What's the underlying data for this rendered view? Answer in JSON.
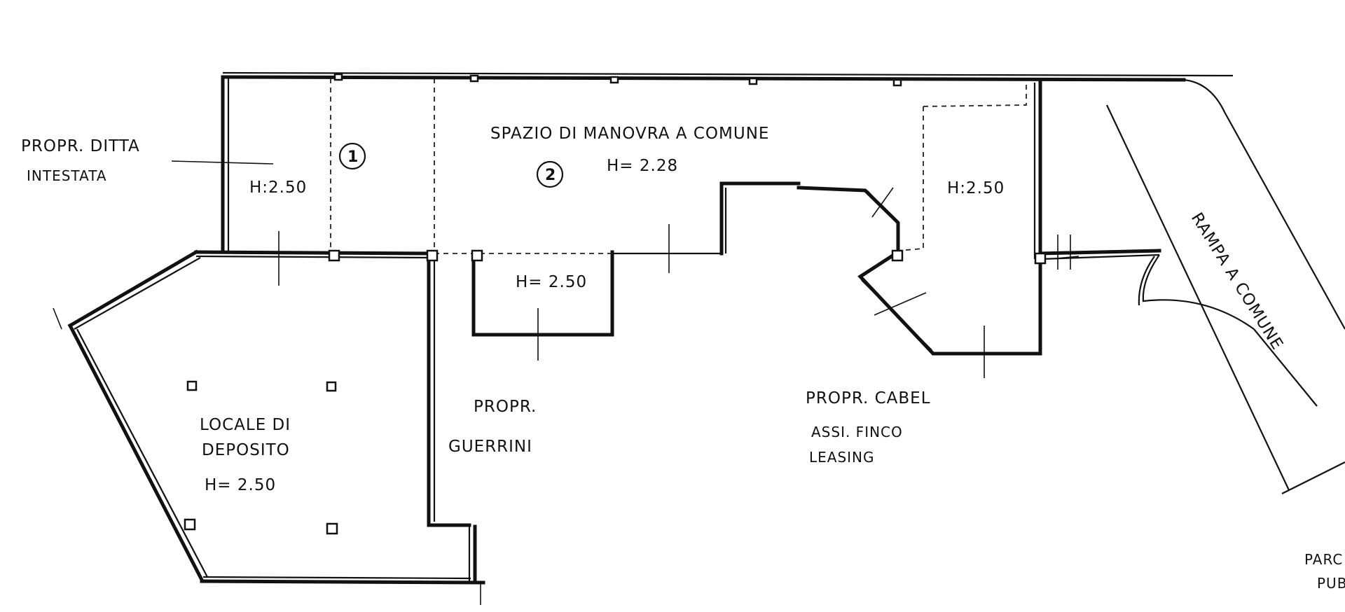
{
  "labels": {
    "propr_ditta_1": "PROPR. DITTA",
    "propr_ditta_2": "INTESTATA",
    "spazio": "SPAZIO  DI  MANOVRA  A  COMUNE",
    "h_228": "H= 2.28",
    "room1_num": "1",
    "room2_num": "2",
    "h_room1": "H:2.50",
    "h_room_right": "H:2.50",
    "h_small": "H= 2.50",
    "locale_1": "LOCALE  DI",
    "locale_2": "DEPOSITO",
    "h_locale": "H= 2.50",
    "guerrini_1": "PROPR.",
    "guerrini_2": "GUERRINI",
    "cabel_1": "PROPR.  CABEL",
    "cabel_2": "ASSI. FINCO",
    "cabel_3": "LEASING",
    "rampa": "RAMPA  A  COMUNE",
    "parcheggio_1": "PARC",
    "parcheggio_2": "PUB"
  }
}
